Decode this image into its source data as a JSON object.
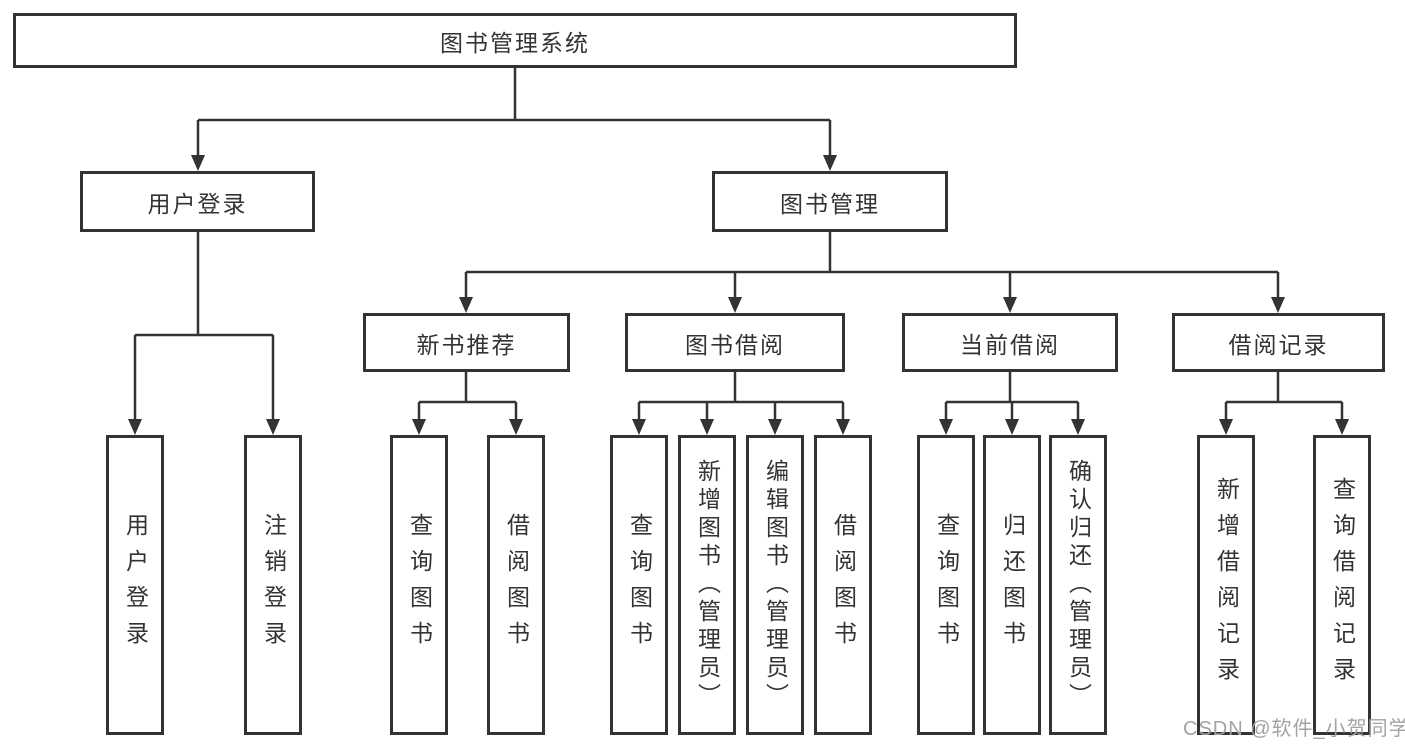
{
  "tree": {
    "label": "图书管理系统",
    "children": [
      {
        "label": "用户登录",
        "children": [
          {
            "label": "用户登录"
          },
          {
            "label": "注销登录"
          }
        ]
      },
      {
        "label": "图书管理",
        "children": [
          {
            "label": "新书推荐",
            "children": [
              {
                "label": "查询图书"
              },
              {
                "label": "借阅图书"
              }
            ]
          },
          {
            "label": "图书借阅",
            "children": [
              {
                "label": "查询图书"
              },
              {
                "label": "新增图书（管理员）"
              },
              {
                "label": "编辑图书（管理员）"
              },
              {
                "label": "借阅图书"
              }
            ]
          },
          {
            "label": "当前借阅",
            "children": [
              {
                "label": "查询图书"
              },
              {
                "label": "归还图书"
              },
              {
                "label": "确认归还（管理员）"
              }
            ]
          },
          {
            "label": "借阅记录",
            "children": [
              {
                "label": "新增借阅记录"
              },
              {
                "label": "查询借阅记录"
              }
            ]
          }
        ]
      }
    ]
  },
  "watermark": {
    "text": "CSDN @软件_小贺同学"
  },
  "colors": {
    "line": "#333333",
    "text": "#333333",
    "box_background": "#ffffff",
    "watermark": "#a3a3a3"
  }
}
